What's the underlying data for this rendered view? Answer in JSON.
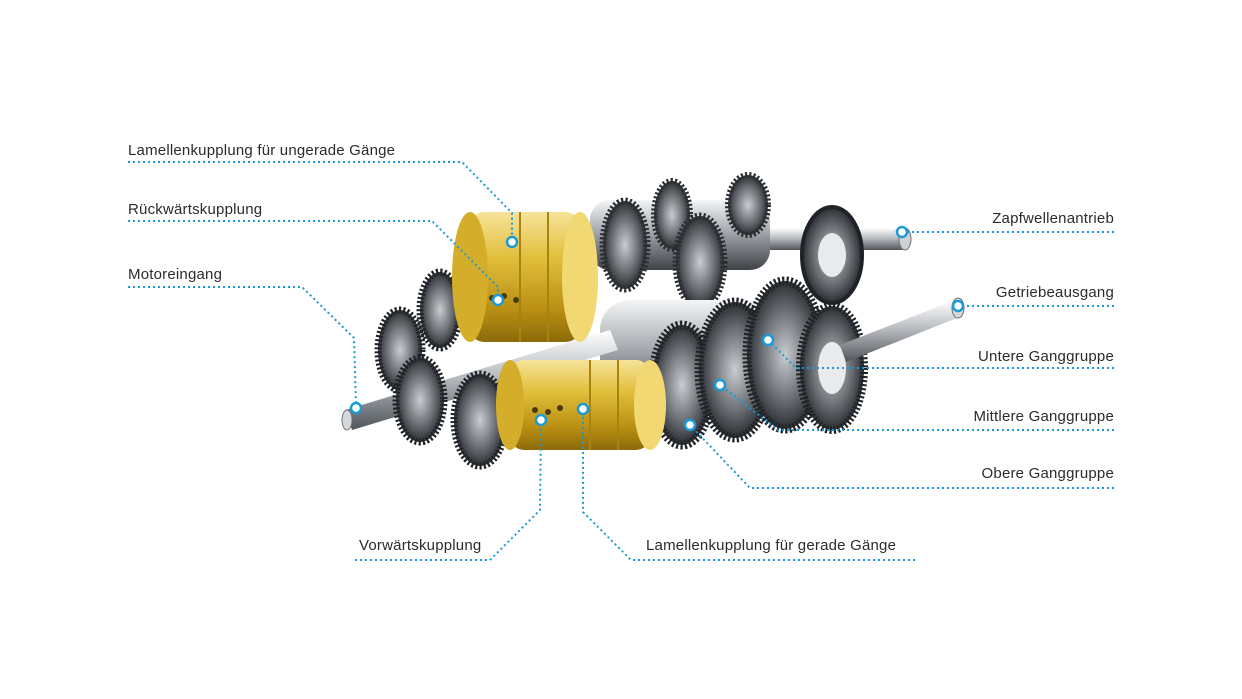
{
  "colors": {
    "leader": "#1a9ad6",
    "text": "#2b2b2b",
    "gold": "#e2bf3c",
    "steel": "#8a8e93"
  },
  "labels": {
    "odd_clutch": "Lamellenkupplung für ungerade Gänge",
    "reverse_clutch": "Rückwärtskupplung",
    "engine_input": "Motoreingang",
    "forward_clutch": "Vorwärtskupplung",
    "even_clutch": "Lamellenkupplung für gerade Gänge",
    "pto_drive": "Zapfwellenantrieb",
    "transmission_output": "Getriebeausgang",
    "lower_range": "Untere Ganggruppe",
    "middle_range": "Mittlere Ganggruppe",
    "upper_range": "Obere Ganggruppe"
  }
}
